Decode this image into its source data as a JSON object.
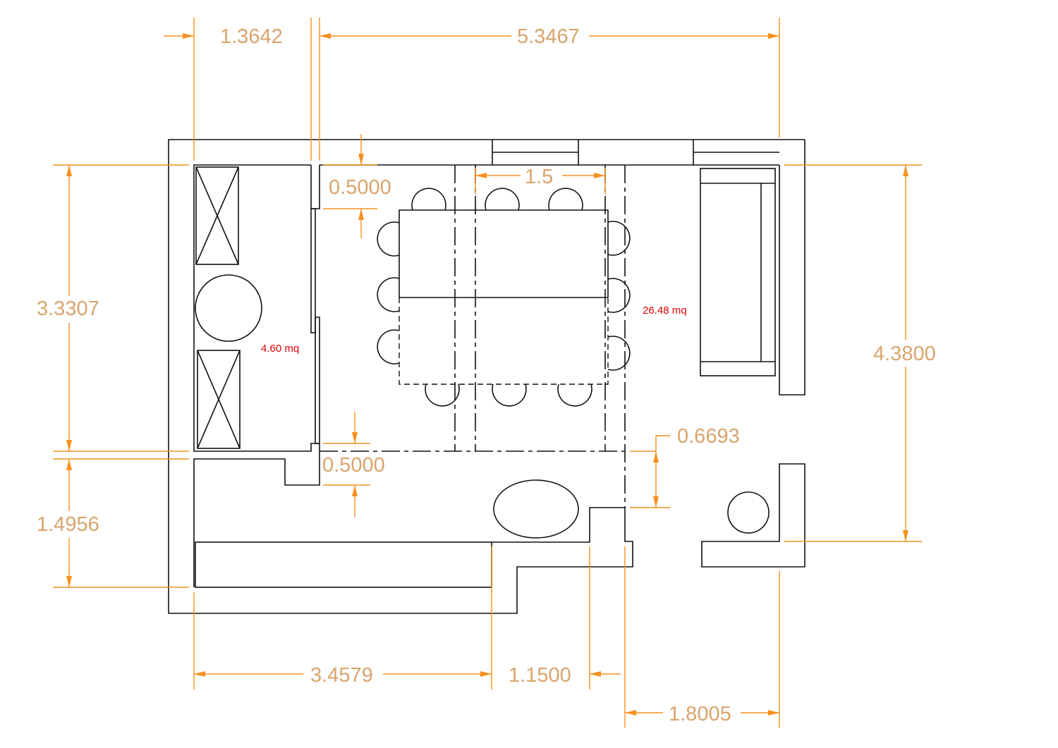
{
  "dimensions": {
    "top_left_width": "1.3642",
    "top_right_width": "5.3467",
    "table_width": "1.5",
    "left_height_upper": "3.3307",
    "left_height_lower": "1.4956",
    "right_height": "4.3800",
    "clearance_top": "0.5000",
    "clearance_bottom": "0.5000",
    "step_height": "0.6693",
    "bottom_bath_width": "3.4579",
    "bottom_middle_width": "1.1500",
    "bottom_right_width": "1.8005"
  },
  "areas": {
    "kitchen": "4.60 mq",
    "living": "26.48 mq"
  },
  "colors": {
    "dimension": "#f7901e",
    "dimension_text": "#d9a46c",
    "area_text": "#e00000",
    "walls": "#111111"
  }
}
